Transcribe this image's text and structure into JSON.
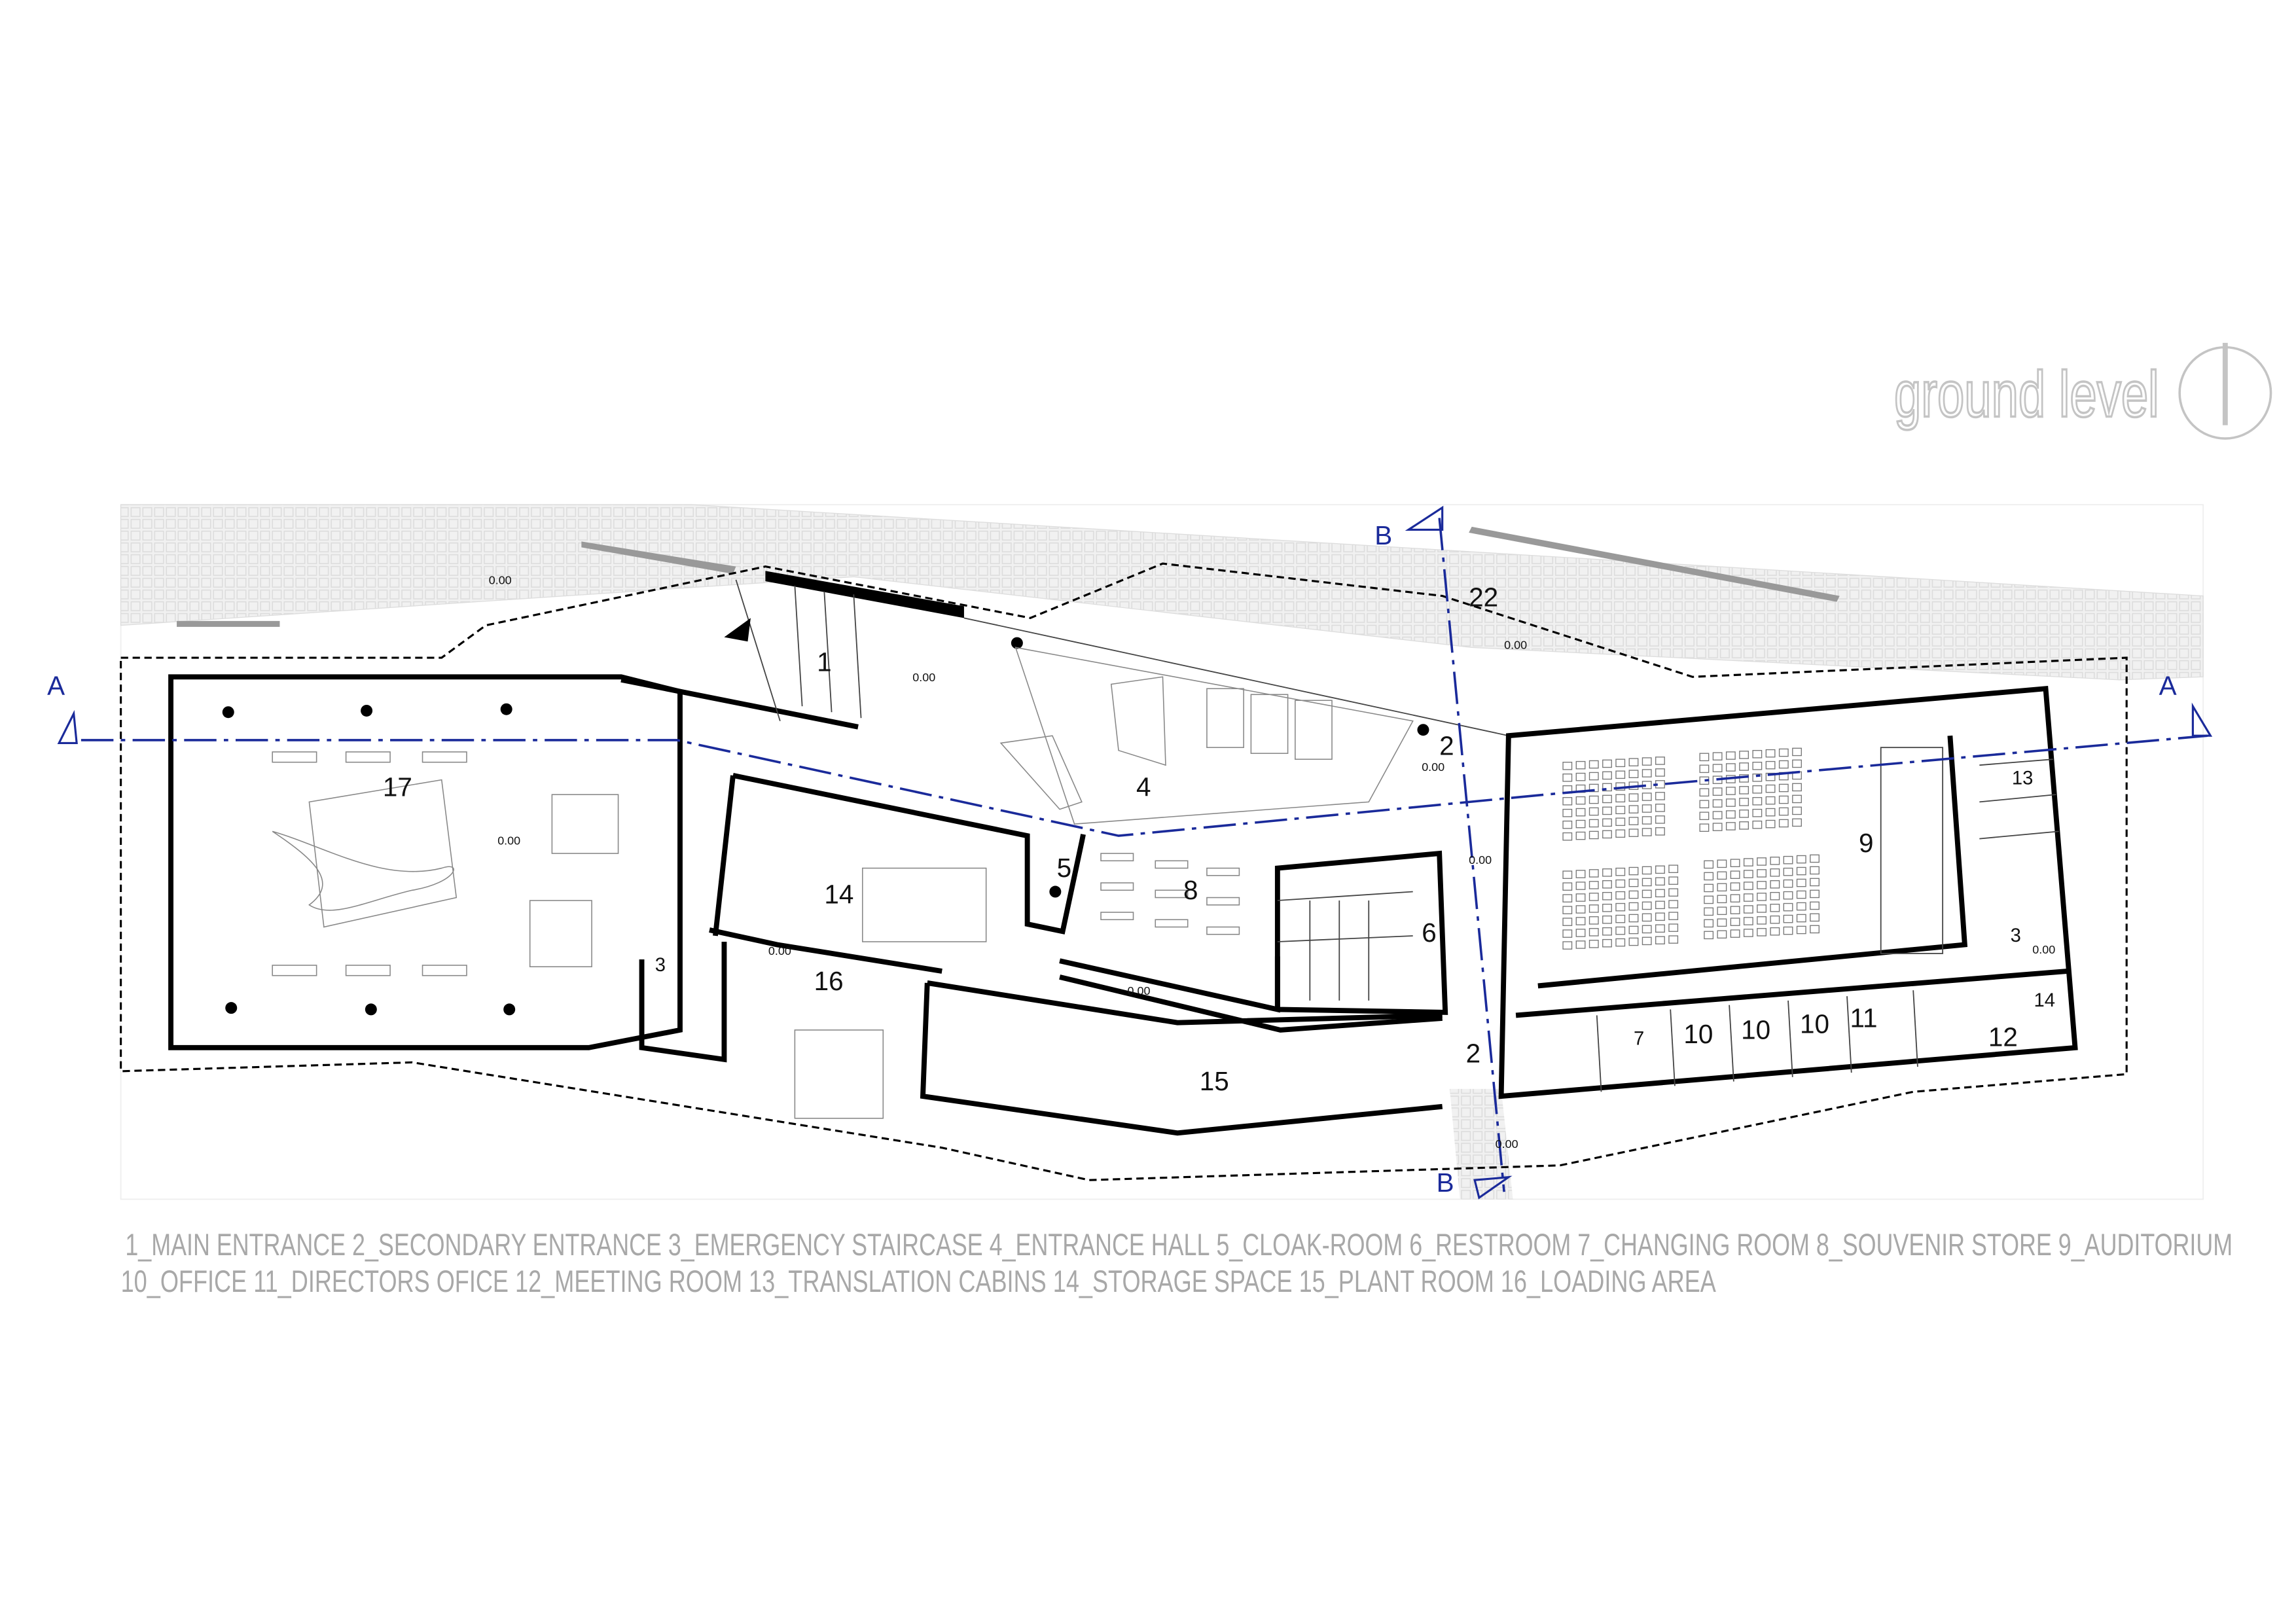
{
  "title": "ground level",
  "north_icon": "north-arrow-circle-icon",
  "colors": {
    "walls": "#000000",
    "section_lines": "#1a2a9a",
    "legend_text": "#a8a8a8",
    "paving": "#e8e8e8"
  },
  "plan": {
    "room_labels": [
      "1",
      "2",
      "2",
      "3",
      "3",
      "4",
      "5",
      "6",
      "7",
      "8",
      "9",
      "10",
      "10",
      "10",
      "11",
      "12",
      "13",
      "14",
      "14",
      "15",
      "16",
      "17",
      "22"
    ],
    "elevation": "0.00",
    "sections": {
      "a_left": "A",
      "a_right": "A",
      "b_top": "B",
      "b_bottom": "B"
    }
  },
  "legend": {
    "line1": [
      "1_MAIN ENTRANCE",
      "2_SECONDARY ENTRANCE",
      "3_EMERGENCY STAIRCASE",
      "4_ENTRANCE HALL",
      "5_CLOAK-ROOM",
      "6_RESTROOM",
      "7_CHANGING ROOM",
      "8_SOUVENIR STORE",
      "9_AUDITORIUM"
    ],
    "line2": [
      "10_OFFICE",
      "11_DIRECTORS OFICE",
      "12_MEETING ROOM",
      "13_TRANSLATION CABINS",
      "14_STORAGE SPACE",
      "15_PLANT ROOM",
      "16_LOADING AREA"
    ]
  }
}
